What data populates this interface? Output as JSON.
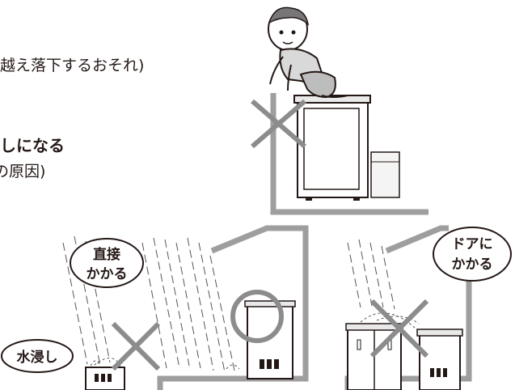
{
  "captions": {
    "line1": "越え落下するおそれ)",
    "line2": "しになる",
    "line3": "の原因)"
  },
  "bubbles": {
    "direct_line1": "直接",
    "direct_line2": "かかる",
    "door_line1": "ドアに",
    "door_line2": "かかる",
    "flood": "水浸し"
  },
  "marks": {
    "ng": "×",
    "ok": "○"
  }
}
